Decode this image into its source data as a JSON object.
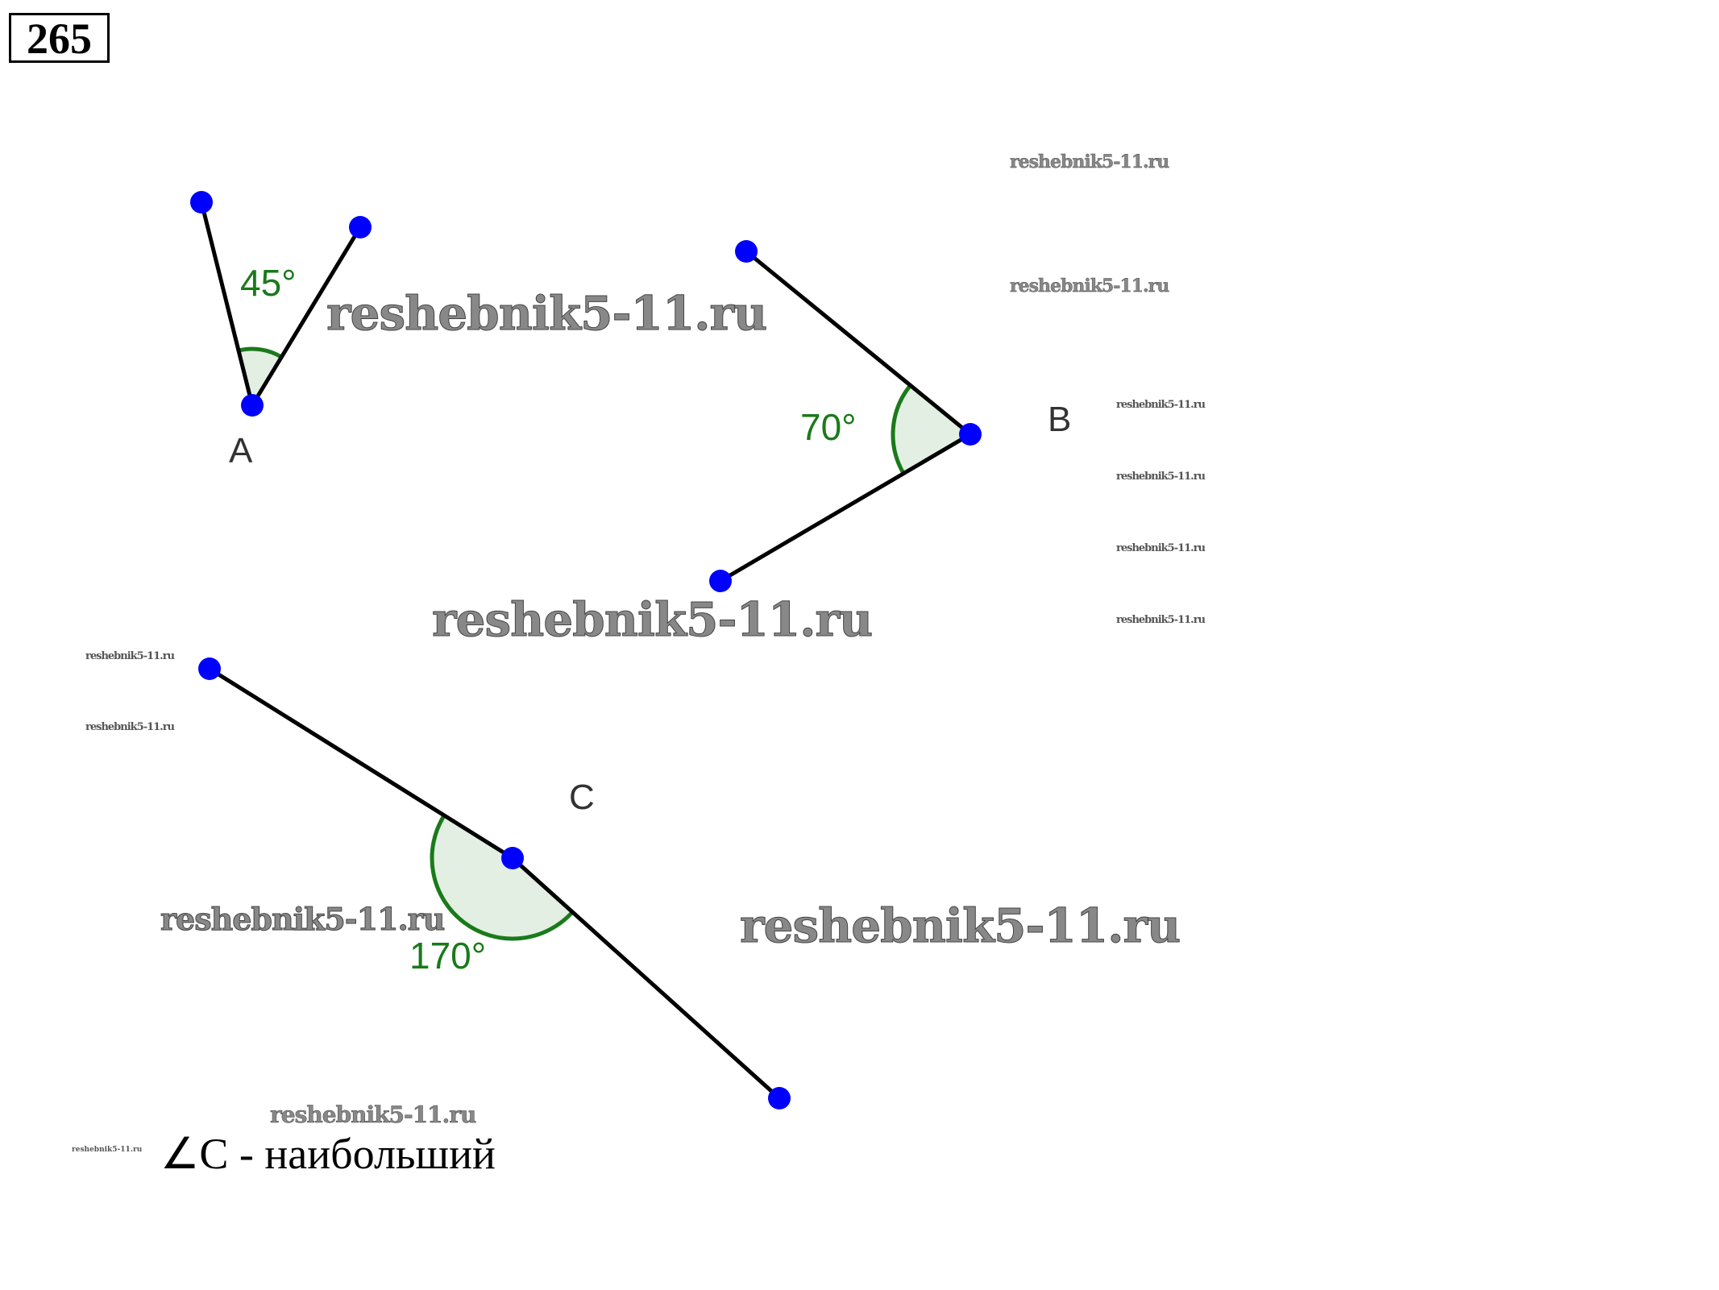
{
  "problem_number": "265",
  "angles": [
    {
      "name": "A",
      "value_label": "45°",
      "value": 45
    },
    {
      "name": "B",
      "value_label": "70°",
      "value": 70
    },
    {
      "name": "C",
      "value_label": "170°",
      "value": 170
    }
  ],
  "answer": "∠C - наибольший",
  "watermark": "reshebnik5-11.ru",
  "colors": {
    "point": "#0000ff",
    "arc": "#1a7a1a",
    "fill": "#e3efe3",
    "segment": "#000000"
  }
}
